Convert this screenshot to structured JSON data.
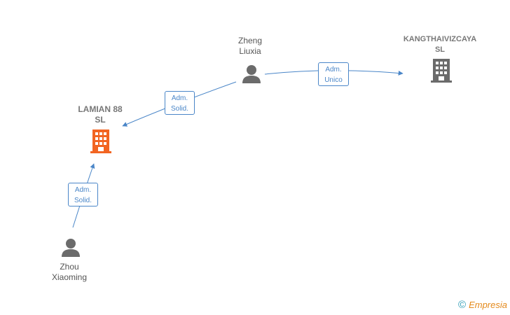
{
  "nodes": {
    "zheng": {
      "label": "Zheng\nLiuxia",
      "type": "person"
    },
    "kang": {
      "label": "KANGTHAIVIZCAYA\nSL",
      "type": "company"
    },
    "lamian": {
      "label": "LAMIAN 88\nSL",
      "type": "company",
      "highlight": true
    },
    "zhou": {
      "label": "Zhou\nXiaoming",
      "type": "person"
    }
  },
  "edges": {
    "zheng_kang": {
      "label": "Adm.\nUnico"
    },
    "zheng_lamian": {
      "label": "Adm.\nSolid."
    },
    "zhou_lamian": {
      "label": "Adm.\nSolid."
    }
  },
  "colors": {
    "edge": "#4a86c8",
    "person_icon": "#6b6b6b",
    "company_icon": "#6b6b6b",
    "focus_company_icon": "#f26522"
  },
  "footer": {
    "copyright_symbol": "©",
    "brand": "Empresia"
  }
}
